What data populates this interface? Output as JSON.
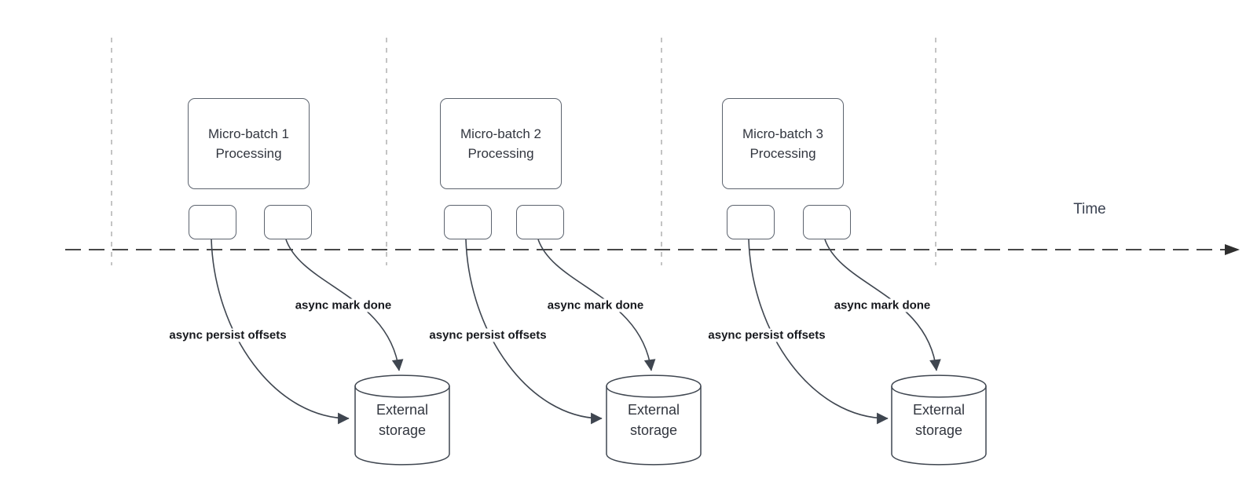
{
  "diagram": {
    "timeline_label": "Time",
    "sections": [
      {
        "box_label": "Micro-batch 1\nProcessing",
        "persist_label": "async persist offsets",
        "mark_label": "async mark done",
        "storage_label": "External\nstorage"
      },
      {
        "box_label": "Micro-batch 2\nProcessing",
        "persist_label": "async persist offsets",
        "mark_label": "async mark done",
        "storage_label": "External\nstorage"
      },
      {
        "box_label": "Micro-batch 3\nProcessing",
        "persist_label": "async persist offsets",
        "mark_label": "async mark done",
        "storage_label": "External\nstorage"
      }
    ],
    "colors": {
      "shape_stroke": "#5c636e",
      "edge_stroke": "#3f4650",
      "timeline_stroke": "#2f2f2f",
      "gridline_stroke": "#aaaaaa",
      "text": "#32363f",
      "label_text": "#16181d",
      "background": "#ffffff"
    }
  }
}
